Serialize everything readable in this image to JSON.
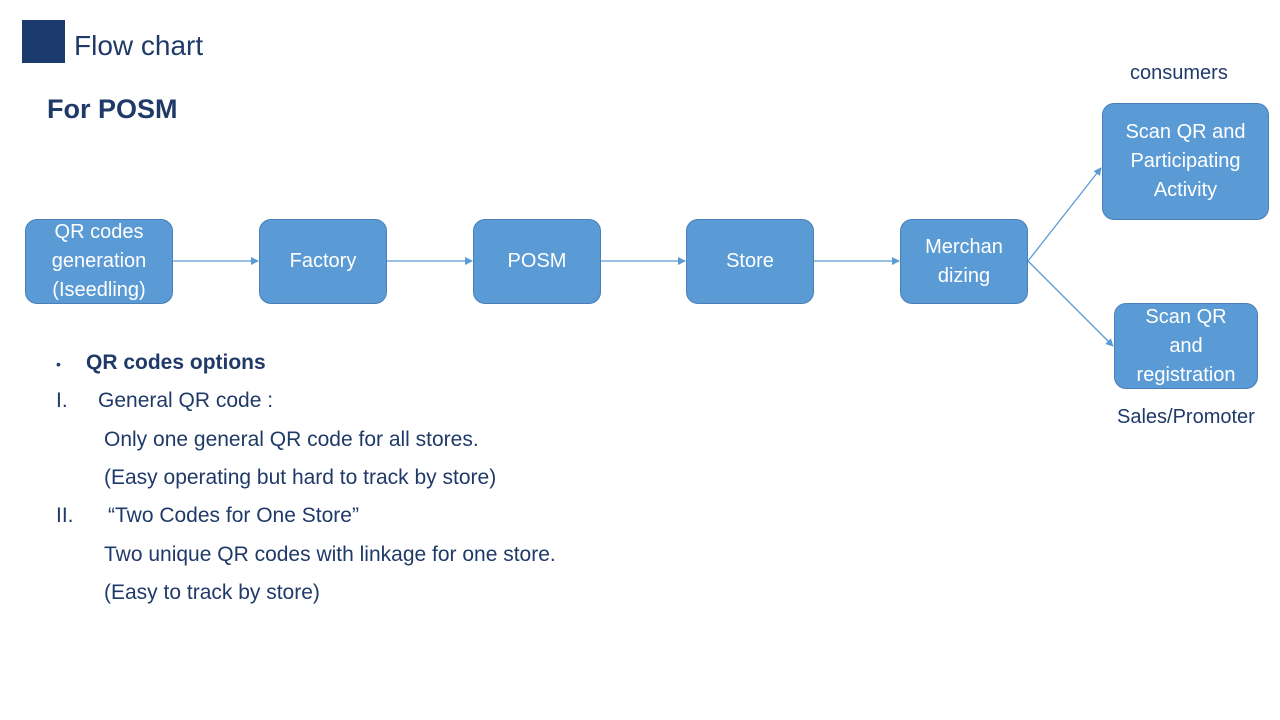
{
  "slide": {
    "title": "Flow chart",
    "subtitle": "For POSM"
  },
  "colors": {
    "title_square": "#1b3a6d",
    "text_dark": "#1f3a68",
    "node_fill": "#5b9bd5",
    "node_border": "#4a7fb8",
    "arrow": "#5b9bd5"
  },
  "flow": {
    "nodes": {
      "qr_generation": [
        "QR codes",
        "generation",
        "(Iseedling)"
      ],
      "factory": [
        "Factory"
      ],
      "posm": [
        "POSM"
      ],
      "store": [
        "Store"
      ],
      "merchandizing": [
        "Merchan",
        "dizing"
      ],
      "consumer_scan": [
        "Scan QR and",
        "Participating",
        "Activity"
      ],
      "promoter_scan": [
        "Scan QR",
        "and",
        "registration"
      ]
    },
    "labels": {
      "consumers": "consumers",
      "promoter": "Sales/Promoter"
    }
  },
  "options": {
    "heading": "QR codes options",
    "bullet": "•",
    "option1": {
      "numeral": "I.",
      "title": "General  QR code :",
      "line1": "Only one general QR code for all stores.",
      "line2": "(Easy operating but hard to track by store)"
    },
    "option2": {
      "numeral": "II.",
      "title": "“Two Codes for One Store”",
      "line1": "Two unique QR codes with linkage for one store.",
      "line2": "(Easy to track by store)"
    }
  }
}
